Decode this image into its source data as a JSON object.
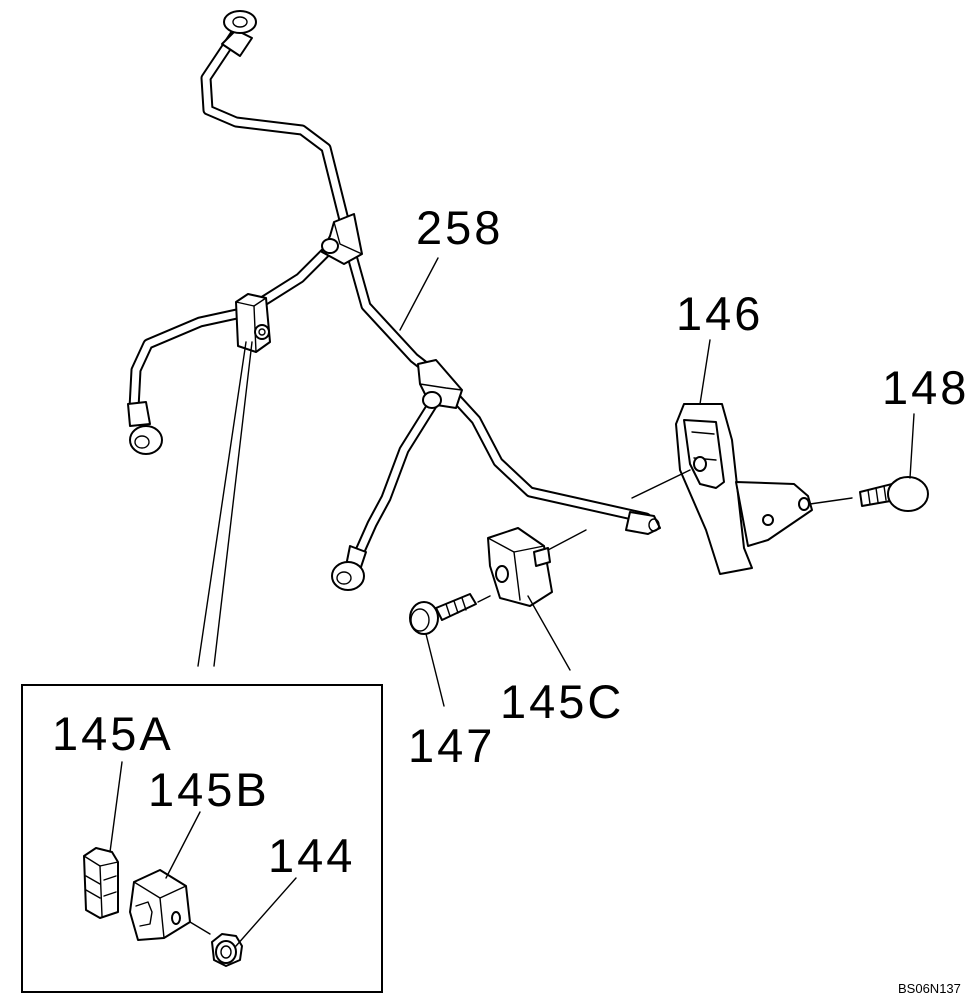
{
  "diagram": {
    "callouts": {
      "c258": "258",
      "c146": "146",
      "c148": "148",
      "c145c": "145C",
      "c147": "147",
      "c145a": "145A",
      "c145b": "145B",
      "c144": "144"
    },
    "drawing_code": "BS06N137"
  }
}
